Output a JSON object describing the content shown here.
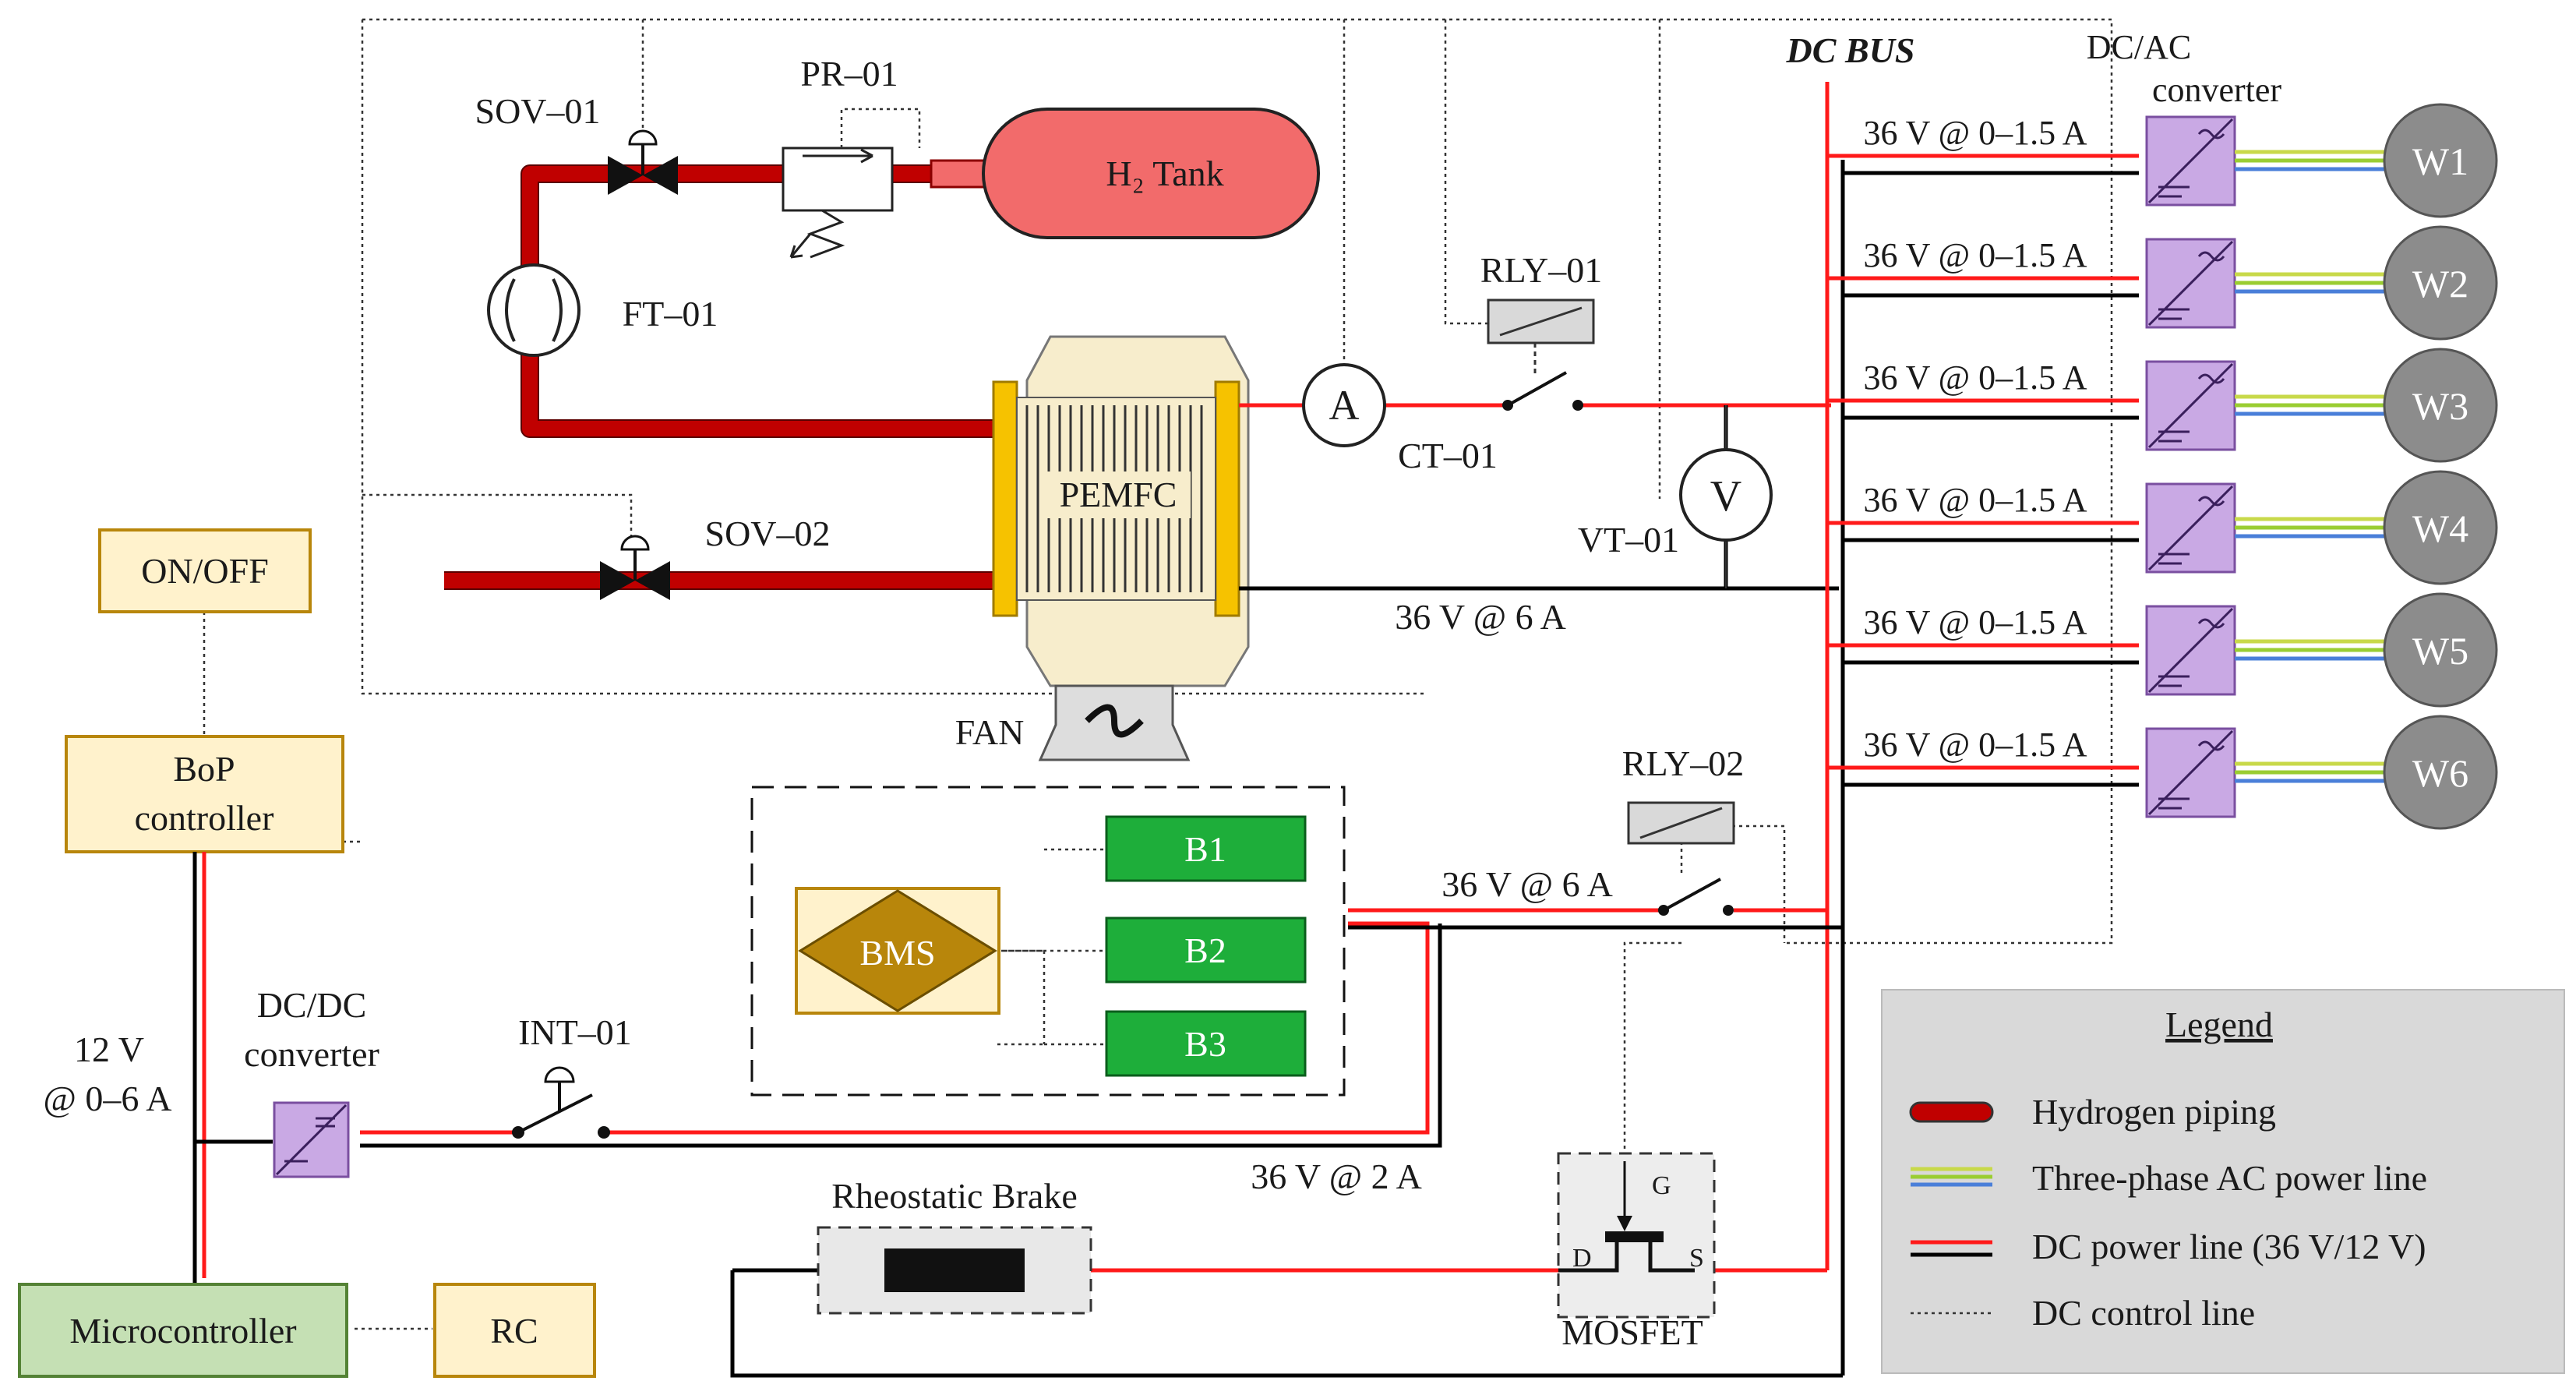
{
  "labels": {
    "dc_bus": "DC BUS",
    "dcac_line1": "DC/AC",
    "dcac_line2": "converter",
    "sov01": "SOV–01",
    "pr01": "PR–01",
    "h2_tank": "H₂ Tank",
    "ft01": "FT–01",
    "rly01": "RLY–01",
    "ct01": "CT–01",
    "vt01": "VT–01",
    "pemfc": "PEMFC",
    "sov02": "SOV–02",
    "fan": "FAN",
    "fc_output": "36 V @ 6 A",
    "on_off": "ON/OFF",
    "bop_line1": "BoP",
    "bop_line2": "controller",
    "rly02": "RLY–02",
    "bms": "BMS",
    "battery_output": "36 V @ 6 A",
    "dcdc_line1": "DC/DC",
    "dcdc_line2": "converter",
    "int01": "INT–01",
    "v12_line1": "12 V",
    "v12_line2": "@ 0–6 A",
    "dcdc_output": "36 V @ 2 A",
    "rheostatic_brake": "Rheostatic Brake",
    "mosfet": "MOSFET",
    "mosfet_g": "G",
    "mosfet_d": "D",
    "mosfet_s": "S",
    "microcontroller": "Microcontroller",
    "rc": "RC"
  },
  "ammeter_symbol": "A",
  "voltmeter_symbol": "V",
  "wheels": [
    {
      "name": "W1",
      "line": "36 V @ 0–1.5 A"
    },
    {
      "name": "W2",
      "line": "36 V @ 0–1.5 A"
    },
    {
      "name": "W3",
      "line": "36 V @ 0–1.5 A"
    },
    {
      "name": "W4",
      "line": "36 V @ 0–1.5 A"
    },
    {
      "name": "W5",
      "line": "36 V @ 0–1.5 A"
    },
    {
      "name": "W6",
      "line": "36 V @ 0–1.5 A"
    }
  ],
  "batteries": [
    "B1",
    "B2",
    "B3"
  ],
  "legend": {
    "title": "Legend",
    "items": [
      "Hydrogen piping",
      "Three-phase AC power line",
      "DC power line (36 V/12 V)",
      "DC control line"
    ]
  },
  "colors": {
    "hydrogen_pipe": "#c00000",
    "dc_positive": "#ff1a1a",
    "dc_negative": "#000000",
    "ac_phase_1": "#c8d94a",
    "ac_phase_2": "#9acd32",
    "ac_phase_3": "#4a7fd9",
    "h2_tank": "#f26b6b",
    "battery": "#1eae3a",
    "bms": "#b8860b",
    "converter": "#c9a9e4",
    "wheel": "#8c8c8c",
    "microcontroller": "#c5e0b4",
    "controller_box": "#fff2cc",
    "legend_bg": "#d9d9d9"
  }
}
